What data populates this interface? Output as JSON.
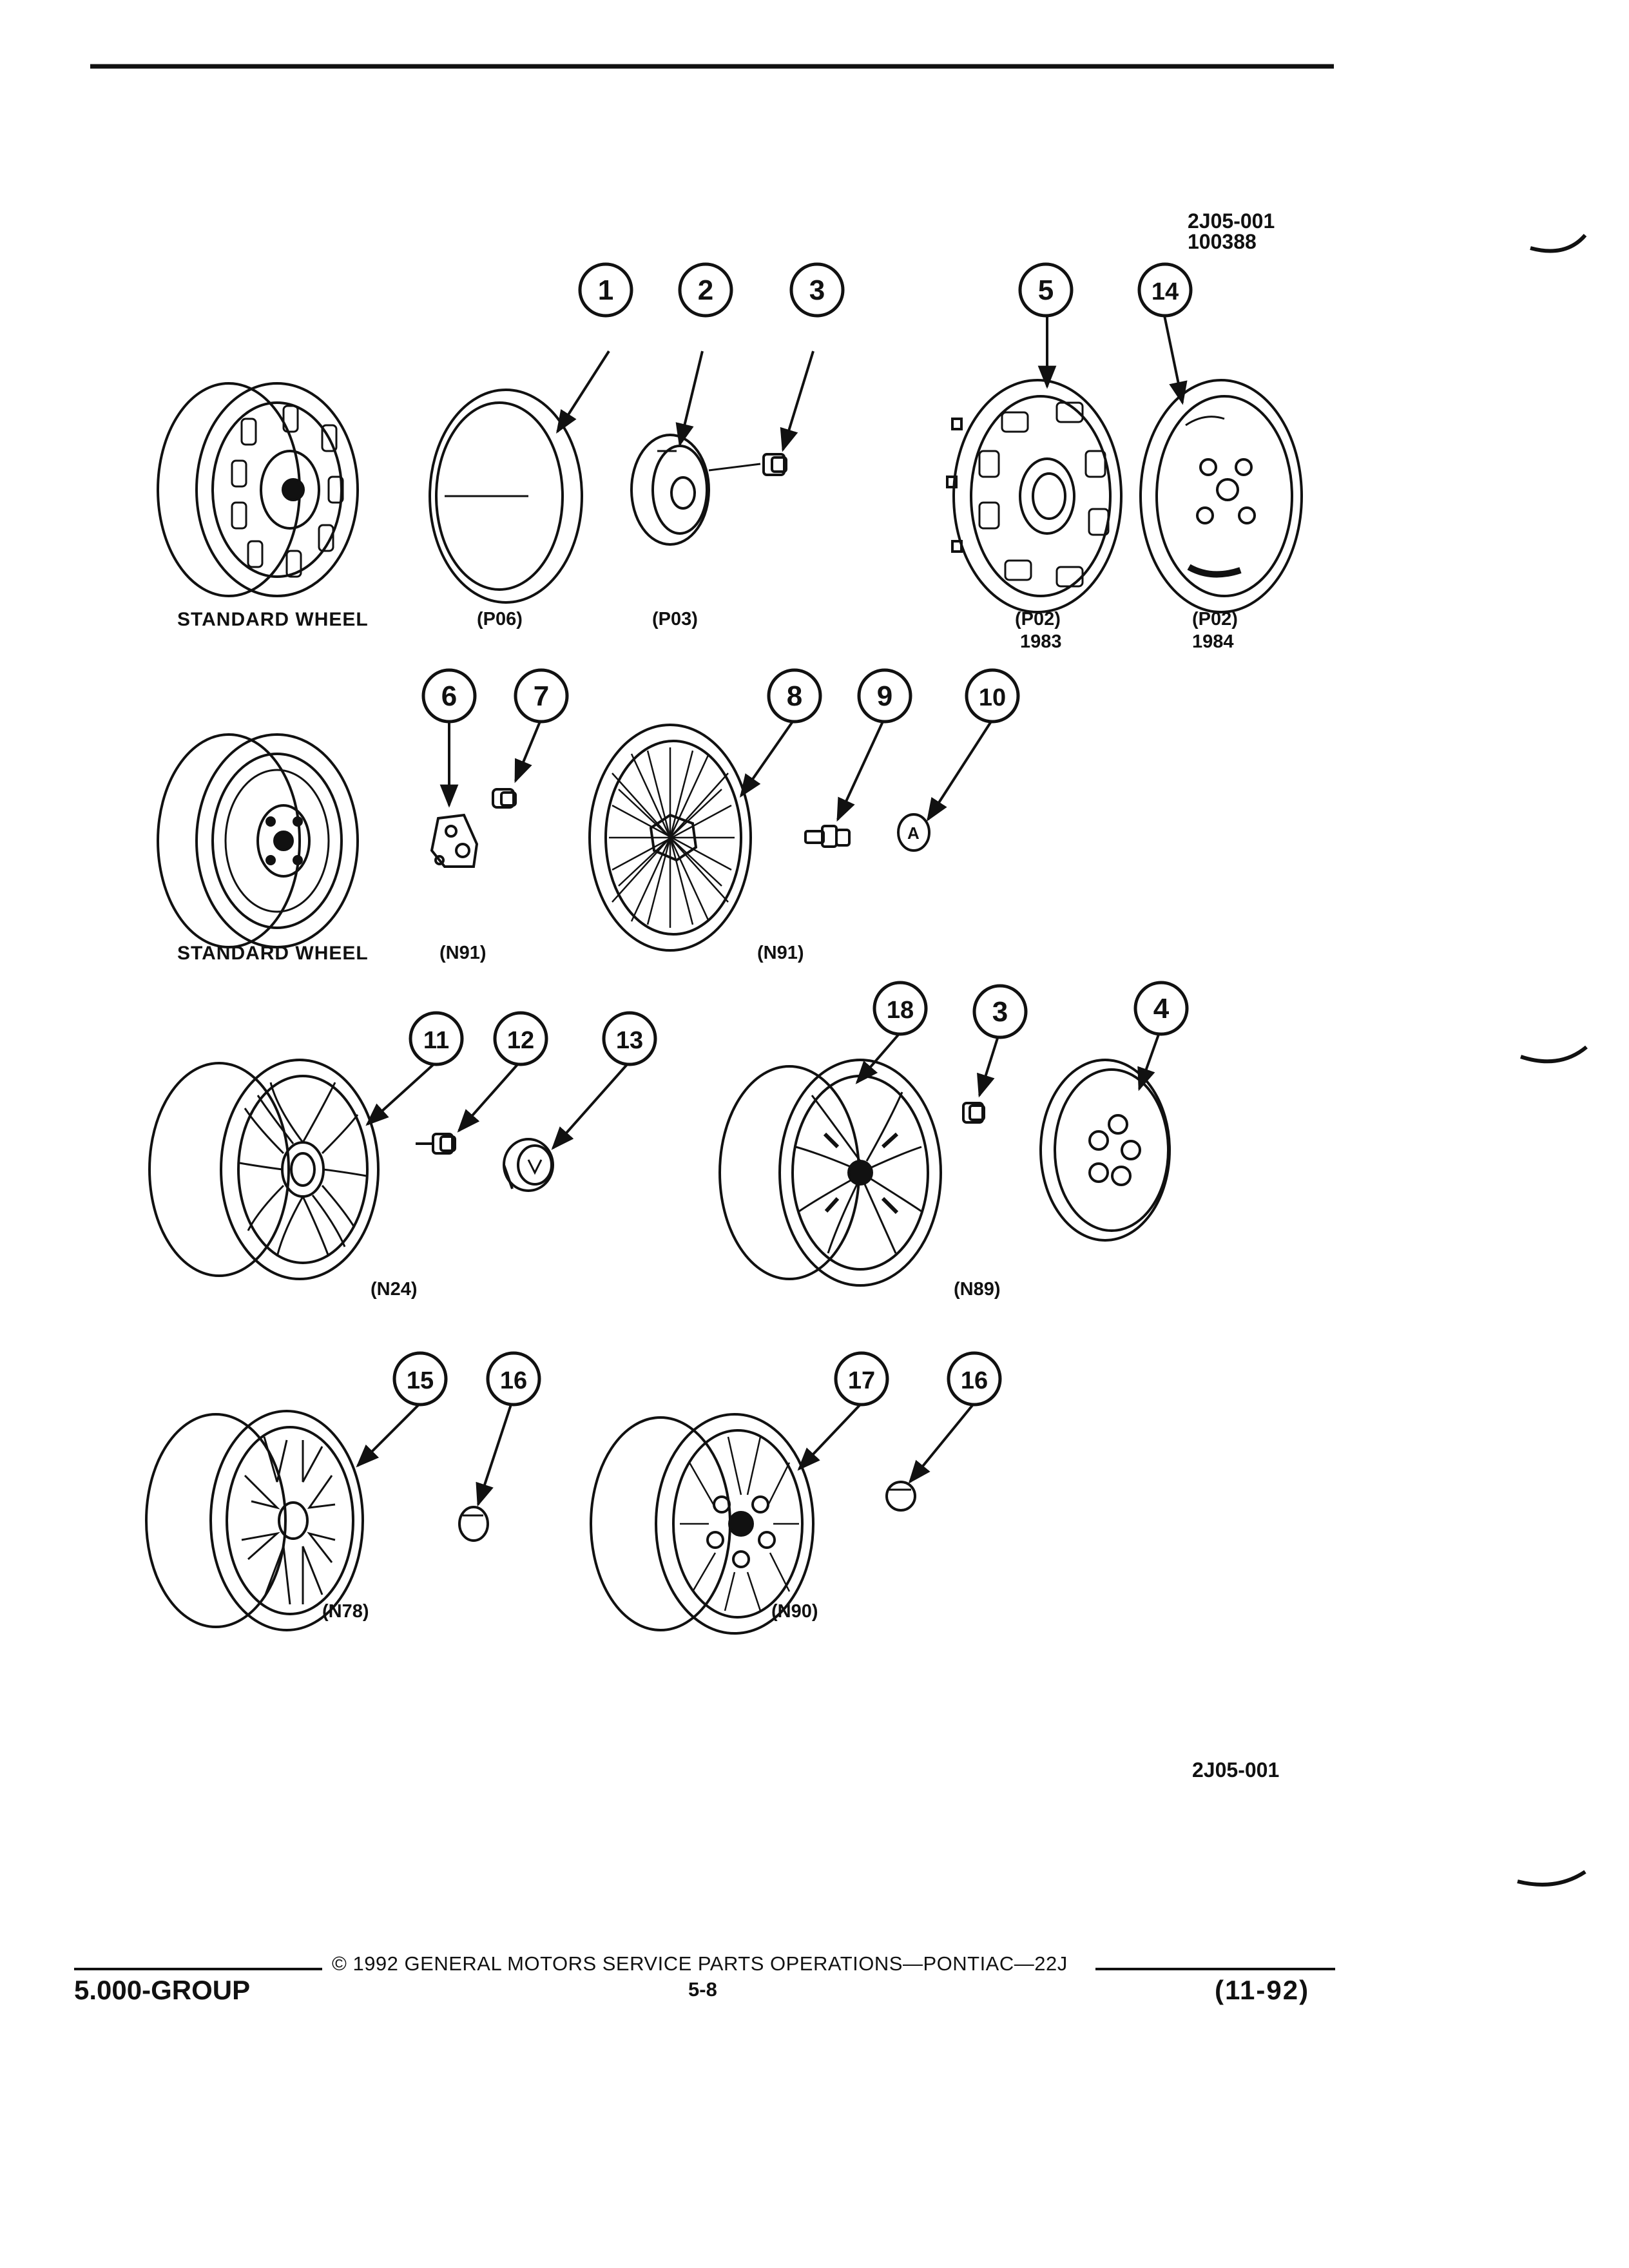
{
  "figure": {
    "ref_code": "2J05-001",
    "ref_number": "100388",
    "bottom_code": "2J05-001",
    "callouts": [
      "1",
      "2",
      "3",
      "5",
      "14",
      "6",
      "7",
      "8",
      "9",
      "10",
      "11",
      "12",
      "13",
      "18",
      "3",
      "4",
      "15",
      "16",
      "17",
      "16"
    ],
    "captions": {
      "standard_wheel_1": "STANDARD WHEEL",
      "p06": "(P06)",
      "p03": "(P03)",
      "p02_1983": "(P02)",
      "year_1983": "1983",
      "p02_1984": "(P02)",
      "year_1984": "1984",
      "standard_wheel_2": "STANDARD WHEEL",
      "n91_a": "(N91)",
      "n91_b": "(N91)",
      "n24": "(N24)",
      "n89": "(N89)",
      "n78": "(N78)",
      "n90": "(N90)"
    }
  },
  "footer": {
    "group": "5.000-GROUP",
    "copyright": "© 1992 GENERAL MOTORS SERVICE PARTS OPERATIONS—PONTIAC—22J",
    "page": "5-8",
    "date": "(11-92)"
  }
}
